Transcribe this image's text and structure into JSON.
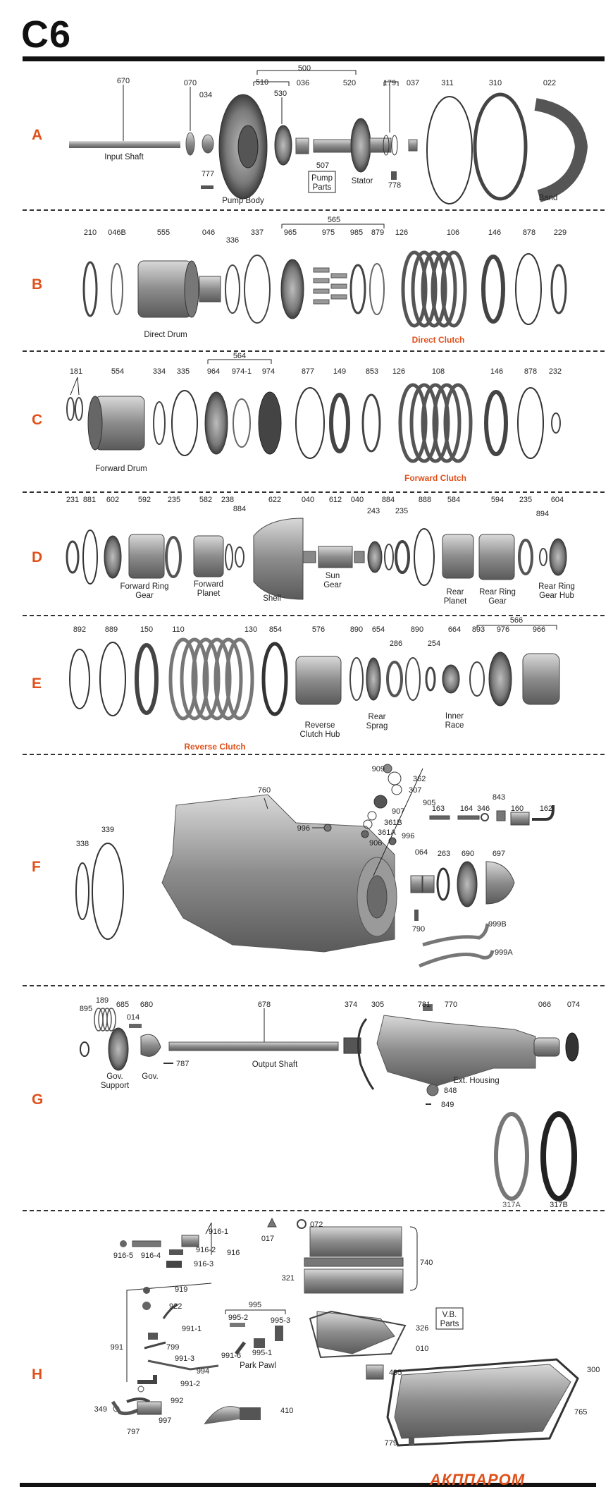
{
  "title": "C6",
  "brand": "АКППАРОМ",
  "sections": {
    "A": {
      "letter": "A",
      "nums": [
        "670",
        "070",
        "034",
        "510",
        "500",
        "530",
        "036",
        "520",
        "179",
        "037",
        "311",
        "310",
        "022",
        "777",
        "507",
        "778"
      ],
      "labels": {
        "input_shaft": "Input Shaft",
        "pump_body": "Pump Body",
        "pump_parts_1": "Pump",
        "pump_parts_2": "Parts",
        "stator": "Stator",
        "band": "Band"
      }
    },
    "B": {
      "letter": "B",
      "nums": [
        "210",
        "046B",
        "555",
        "046",
        "336",
        "337",
        "965",
        "565",
        "975",
        "985",
        "879",
        "126",
        "106",
        "146",
        "878",
        "229"
      ],
      "labels": {
        "direct_drum": "Direct Drum",
        "direct_clutch": "Direct Clutch"
      }
    },
    "C": {
      "letter": "C",
      "nums": [
        "181",
        "554",
        "334",
        "335",
        "564",
        "964",
        "974-1",
        "974",
        "877",
        "149",
        "853",
        "126",
        "108",
        "146",
        "878",
        "232"
      ],
      "labels": {
        "forward_drum": "Forward Drum",
        "forward_clutch": "Forward Clutch"
      }
    },
    "D": {
      "letter": "D",
      "nums": [
        "231",
        "881",
        "602",
        "592",
        "235",
        "582",
        "238",
        "884",
        "622",
        "040",
        "612",
        "040",
        "243",
        "884",
        "235",
        "888",
        "584",
        "594",
        "235",
        "894",
        "604"
      ],
      "labels": {
        "fwd_ring_1": "Forward Ring",
        "fwd_ring_2": "Gear",
        "fwd_planet_1": "Forward",
        "fwd_planet_2": "Planet",
        "shell": "Shell",
        "sun_1": "Sun",
        "sun_2": "Gear",
        "rear_planet_1": "Rear",
        "rear_planet_2": "Planet",
        "rear_ring_1": "Rear Ring",
        "rear_ring_2": "Gear",
        "rear_hub_1": "Rear Ring",
        "rear_hub_2": "Gear Hub"
      }
    },
    "E": {
      "letter": "E",
      "nums": [
        "892",
        "889",
        "150",
        "110",
        "130",
        "854",
        "576",
        "890",
        "654",
        "286",
        "890",
        "254",
        "664",
        "566",
        "893",
        "976",
        "966"
      ],
      "labels": {
        "rev_hub_1": "Reverse",
        "rev_hub_2": "Clutch Hub",
        "rear_sprag_1": "Rear",
        "rear_sprag_2": "Sprag",
        "inner_race_1": "Inner",
        "inner_race_2": "Race",
        "reverse_clutch": "Reverse Clutch"
      }
    },
    "F": {
      "letter": "F",
      "nums": [
        "909",
        "362",
        "307",
        "905",
        "907",
        "361B",
        "361A",
        "906",
        "996",
        "760",
        "996",
        "338",
        "339",
        "163",
        "164",
        "346",
        "843",
        "160",
        "162",
        "064",
        "263",
        "690",
        "697",
        "790",
        "999B",
        "999A"
      ]
    },
    "G": {
      "letter": "G",
      "nums": [
        "895",
        "189",
        "685",
        "014",
        "680",
        "678",
        "374",
        "305",
        "781",
        "770",
        "066",
        "074",
        "787",
        "848",
        "849",
        "317A",
        "317B"
      ],
      "labels": {
        "gov_support_1": "Gov.",
        "gov_support_2": "Support",
        "gov": "Gov.",
        "output_shaft": "Output Shaft",
        "ext_housing": "Ext. Housing"
      }
    },
    "H": {
      "letter": "H",
      "nums": [
        "916-1",
        "916-5",
        "916-4",
        "916-2",
        "916",
        "916-3",
        "017",
        "072",
        "321",
        "740",
        "919",
        "922",
        "995",
        "995-2",
        "995-3",
        "991-1",
        "326",
        "799",
        "991-6",
        "995-1",
        "010",
        "991",
        "991-3",
        "994",
        "495",
        "991-2",
        "300",
        "992",
        "349",
        "410",
        "765",
        "997",
        "779",
        "797"
      ],
      "labels": {
        "vb_parts_1": "V.B.",
        "vb_parts_2": "Parts",
        "park_pawl": "Park Pawl"
      }
    }
  },
  "colors": {
    "accent": "#e0501a",
    "rule": "#111111",
    "part": "#8a8a8a",
    "part_dark": "#4a4a4a"
  }
}
